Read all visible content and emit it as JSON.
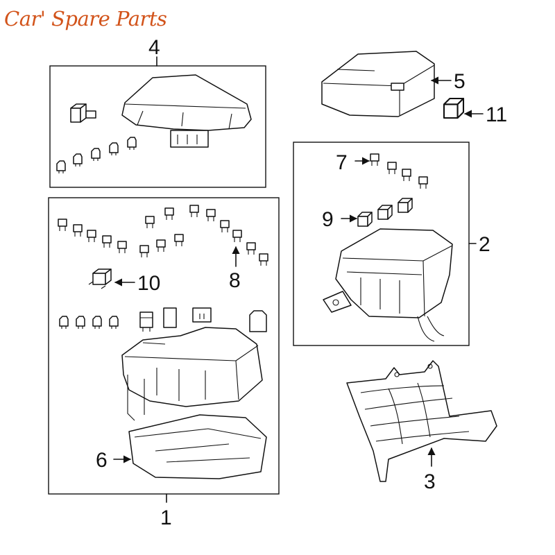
{
  "brand": {
    "text": "Car' Spare Parts",
    "color": "#d2531a"
  },
  "callouts": {
    "c1": "1",
    "c2": "2",
    "c3": "3",
    "c4": "4",
    "c5": "5",
    "c6": "6",
    "c7": "7",
    "c8": "8",
    "c9": "9",
    "c10": "10",
    "c11": "11"
  },
  "colors": {
    "line": "#111111",
    "background": "#ffffff"
  }
}
